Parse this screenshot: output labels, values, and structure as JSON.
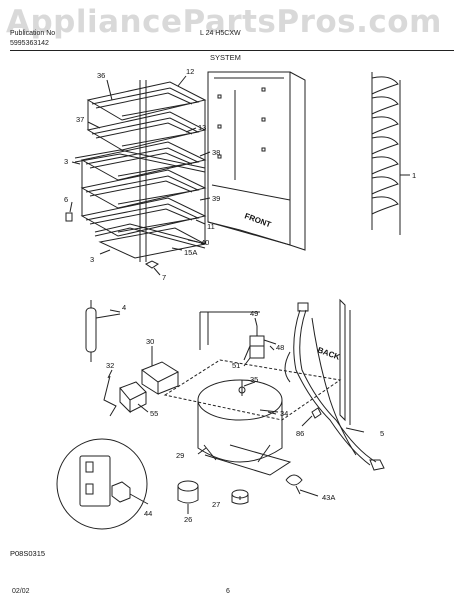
{
  "watermark": "AppliancePartsPros.com",
  "header": {
    "left_line1": "Publication No",
    "left_line2": "5995363142",
    "center_line1": "L 24 H5CXW",
    "section": "SYSTEM"
  },
  "callouts": [
    "36",
    "12",
    "37",
    "13",
    "38",
    "3",
    "39",
    "6",
    "11",
    "40",
    "15A",
    "3",
    "7",
    "1",
    "4",
    "49",
    "30",
    "48",
    "51",
    "32",
    "35",
    "55",
    "34",
    "86",
    "29",
    "5",
    "44",
    "26",
    "27",
    "43A"
  ],
  "text_labels": {
    "front": "FRONT",
    "back": "BACK",
    "figure_code": "P08S0315"
  },
  "footer": {
    "date": "02/02",
    "page": "6"
  }
}
